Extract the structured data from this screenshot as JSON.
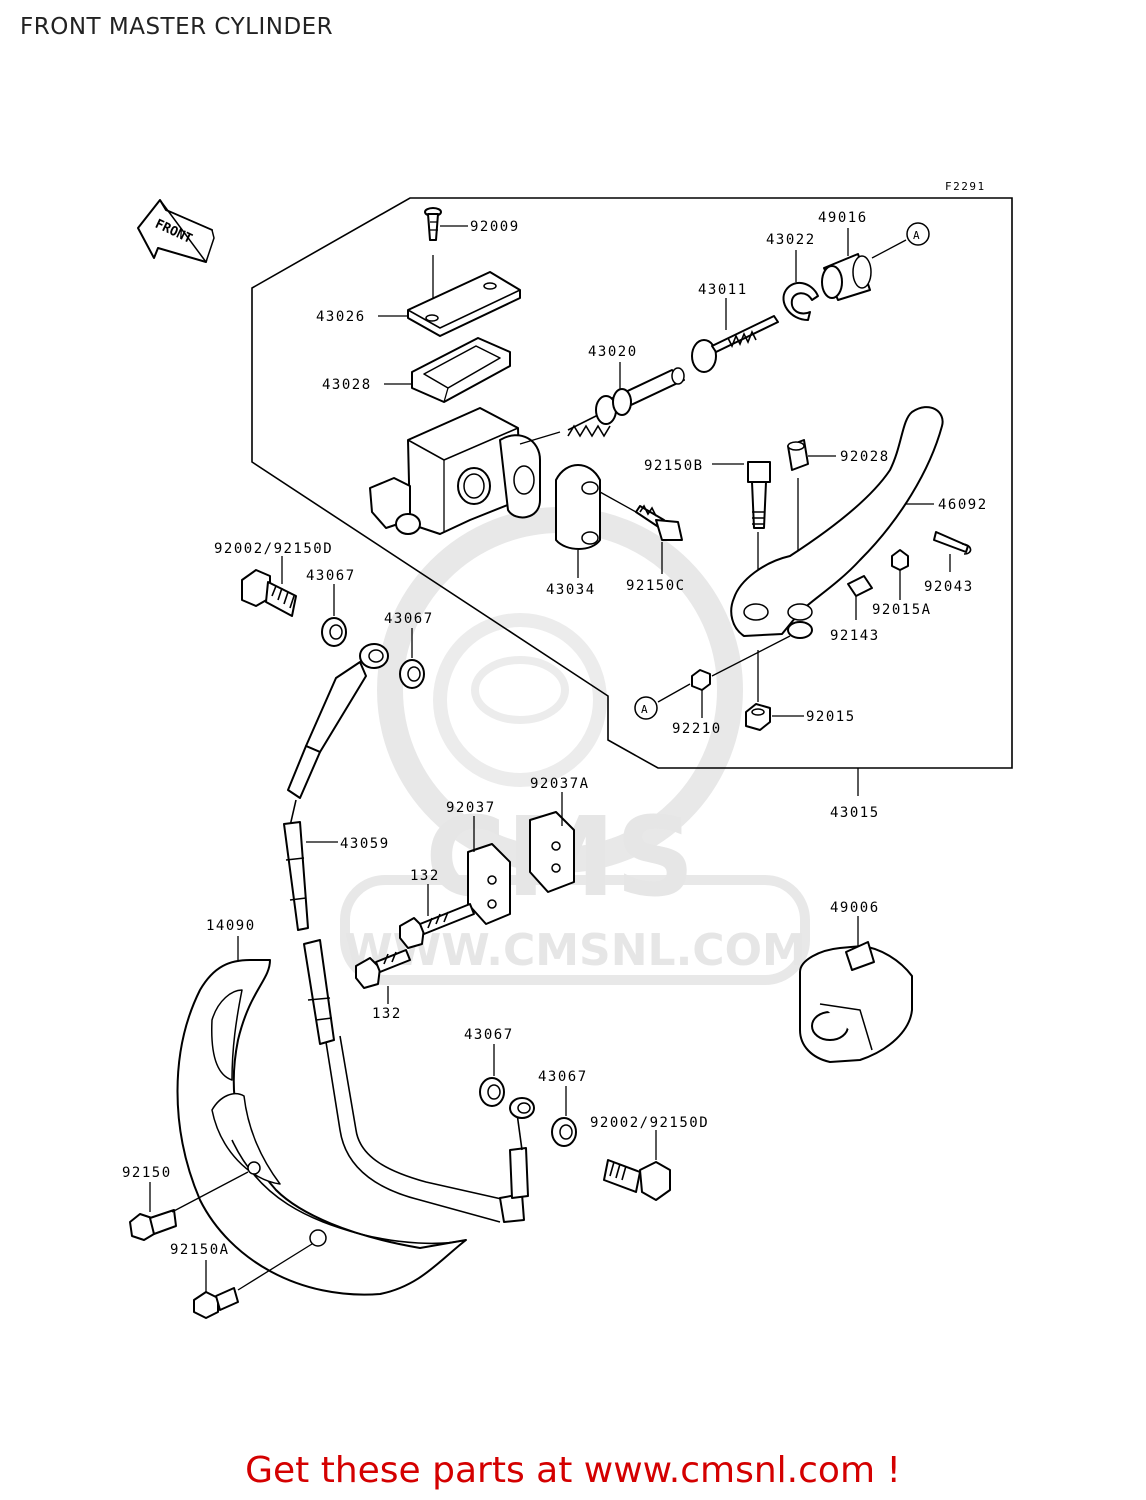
{
  "page": {
    "title": "FRONT MASTER CYLINDER",
    "figure_code": "F2291",
    "front_label": "FRONT",
    "footer": "Get these parts at www.cmsnl.com !"
  },
  "watermark": {
    "brand": "CMS",
    "url": "WWW.CMSNL.COM"
  },
  "callouts": {
    "ref_a_1": "A",
    "ref_a_2": "A"
  },
  "parts": {
    "p92009": "92009",
    "p49016": "49016",
    "p43022": "43022",
    "p43026": "43026",
    "p43011": "43011",
    "p43028": "43028",
    "p43020": "43020",
    "p92150B": "92150B",
    "p92028": "92028",
    "p46092": "46092",
    "p92002_92150D_top": "92002/92150D",
    "p43067_a": "43067",
    "p43034": "43034",
    "p92150C": "92150C",
    "p92043": "92043",
    "p92015A": "92015A",
    "p43067_b": "43067",
    "p92143": "92143",
    "p92210": "92210",
    "p92015": "92015",
    "p92037A": "92037A",
    "p92037": "92037",
    "p43015": "43015",
    "p43059": "43059",
    "p132_top": "132",
    "p49006": "49006",
    "p14090": "14090",
    "p132_bottom": "132",
    "p43067_c": "43067",
    "p43067_d": "43067",
    "p92002_92150D_bottom": "92002/92150D",
    "p92150": "92150",
    "p92150A": "92150A"
  }
}
